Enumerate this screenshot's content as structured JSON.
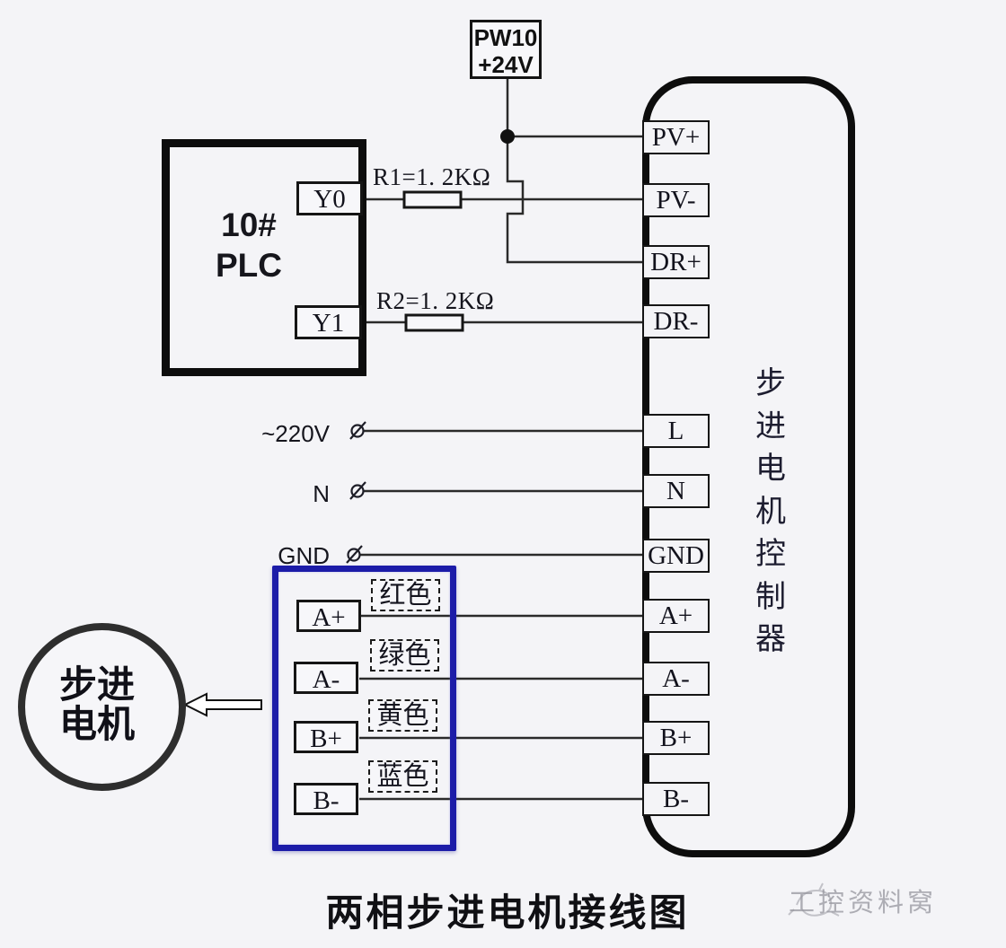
{
  "title": {
    "text": "两相步进电机接线图"
  },
  "power_supply": {
    "line1": "PW10",
    "line2": "+24V"
  },
  "plc": {
    "line1": "10#",
    "line2": "PLC",
    "outputs": [
      {
        "label": "Y0"
      },
      {
        "label": "Y1"
      }
    ]
  },
  "resistors": [
    {
      "label": "R1=1. 2KΩ"
    },
    {
      "label": "R2=1. 2KΩ"
    }
  ],
  "ac_inputs": [
    {
      "label": "~220V"
    },
    {
      "label": "N"
    },
    {
      "label": "GND"
    }
  ],
  "controller": {
    "name": "步进电机控制器",
    "terminals": [
      {
        "label": "PV+"
      },
      {
        "label": "PV-"
      },
      {
        "label": "DR+"
      },
      {
        "label": "DR-"
      },
      {
        "label": "L"
      },
      {
        "label": "N"
      },
      {
        "label": "GND"
      },
      {
        "label": "A+"
      },
      {
        "label": "A-"
      },
      {
        "label": "B+"
      },
      {
        "label": "B-"
      }
    ]
  },
  "motor": {
    "label": "步进电机",
    "phases": [
      {
        "label": "A+",
        "wire_color_label": "红色"
      },
      {
        "label": "A-",
        "wire_color_label": "绿色"
      },
      {
        "label": "B+",
        "wire_color_label": "黄色"
      },
      {
        "label": "B-",
        "wire_color_label": "蓝色"
      }
    ]
  },
  "watermark": {
    "text": "工控资料窝"
  },
  "colors": {
    "wire": "#2a2a2a",
    "outline": "#111111",
    "motor_cable_box": "#1c1ca8",
    "watermark": "#96969e"
  }
}
